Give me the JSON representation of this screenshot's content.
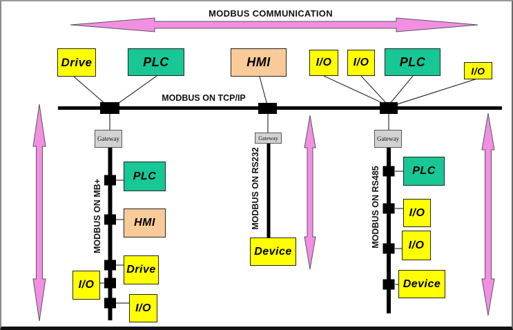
{
  "title": "MODBUS COMMUNICATION",
  "main_bus": {
    "label": "MODBUS ON TCP/IP"
  },
  "top_devices": [
    {
      "label": "Drive",
      "type": "drive"
    },
    {
      "label": "PLC",
      "type": "plc"
    },
    {
      "label": "HMI",
      "type": "hmi"
    },
    {
      "label": "I/O",
      "type": "io"
    },
    {
      "label": "I/O",
      "type": "io"
    },
    {
      "label": "PLC",
      "type": "plc"
    },
    {
      "label": "I/O",
      "type": "io"
    }
  ],
  "segments": {
    "left": {
      "gateway": "Gateway",
      "bus_label": "MODBUS ON MB+",
      "devices": [
        {
          "label": "PLC",
          "type": "plc"
        },
        {
          "label": "HMI",
          "type": "hmi"
        },
        {
          "label": "Drive",
          "type": "drive"
        },
        {
          "label": "I/O",
          "type": "io"
        },
        {
          "label": "I/O",
          "type": "io"
        }
      ]
    },
    "middle": {
      "gateway": "Gateway",
      "bus_label": "MODBUS ON RS232",
      "devices": [
        {
          "label": "Device",
          "type": "device"
        }
      ]
    },
    "right": {
      "gateway": "Gateway",
      "bus_label": "MODBUS ON RS485",
      "devices": [
        {
          "label": "PLC",
          "type": "plc"
        },
        {
          "label": "I/O",
          "type": "io"
        },
        {
          "label": "I/O",
          "type": "io"
        },
        {
          "label": "Device",
          "type": "device"
        }
      ]
    }
  },
  "arrows": {
    "top": "bidirectional-horizontal-arrow",
    "left": "bidirectional-vertical-arrow",
    "middle": "bidirectional-vertical-arrow",
    "right": "bidirectional-vertical-arrow"
  },
  "colors": {
    "yellow": "#FFFF00",
    "green": "#17C795",
    "peach": "#F9CB98",
    "gray": "#D2D2D2",
    "pink": "#F28FE3",
    "bus": "#000000"
  }
}
